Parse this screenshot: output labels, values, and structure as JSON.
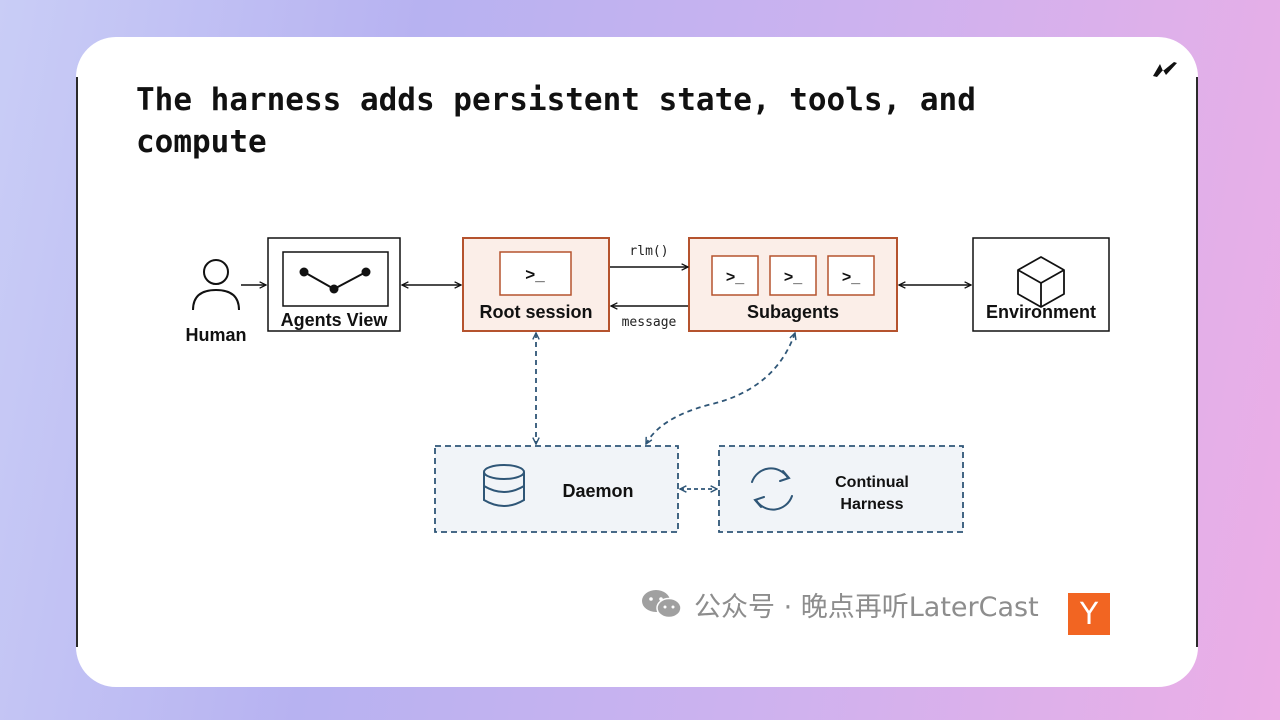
{
  "slide": {
    "title": "The harness adds persistent state, tools, and compute"
  },
  "diagram": {
    "human_label": "Human",
    "agents_view_label": "Agents View",
    "root_session_label": "Root session",
    "subagents_label": "Subagents",
    "environment_label": "Environment",
    "daemon_label": "Daemon",
    "continual_harness_line1": "Continual",
    "continual_harness_line2": "Harness",
    "call_label": "rlm()",
    "return_label": "message",
    "prompt_glyph": ">_",
    "colors": {
      "session_fill": "#fbeee8",
      "session_border": "#b5532e",
      "dashed_blue": "#2f5677",
      "storage_fill": "#f1f4f8"
    },
    "icons": [
      "person-icon",
      "graph-icon",
      "terminal-icon",
      "cube-icon",
      "database-icon",
      "refresh-icon"
    ]
  },
  "watermark": {
    "text": "公众号 · 晚点再听LaterCast",
    "badge": "Y",
    "icon": "wechat-icon"
  }
}
